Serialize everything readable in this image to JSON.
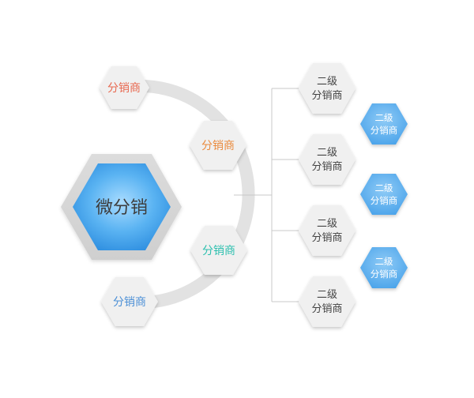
{
  "center": {
    "label": "微分销",
    "color": "#3d3d3d"
  },
  "distributors": [
    {
      "label": "分销商",
      "color": "#e8674e"
    },
    {
      "label": "分销商",
      "color": "#ea8a3c"
    },
    {
      "label": "分销商",
      "color": "#2bbfae"
    },
    {
      "label": "分销商",
      "color": "#4b8fd6"
    }
  ],
  "second_level": [
    {
      "line1": "二级",
      "line2": "分销商"
    },
    {
      "line1": "二级",
      "line2": "分销商"
    },
    {
      "line1": "二级",
      "line2": "分销商"
    },
    {
      "line1": "二级",
      "line2": "分销商"
    }
  ],
  "second_level_blue": [
    {
      "line1": "二级",
      "line2": "分销商"
    },
    {
      "line1": "二级",
      "line2": "分销商"
    },
    {
      "line1": "二级",
      "line2": "分销商"
    }
  ],
  "colors": {
    "accent_blue": "#4aa8ee",
    "hex_gray": "#f0f0f0",
    "arc_gray": "#e2e2e2",
    "connector": "#c8c8c8",
    "text_dark": "#444444"
  }
}
